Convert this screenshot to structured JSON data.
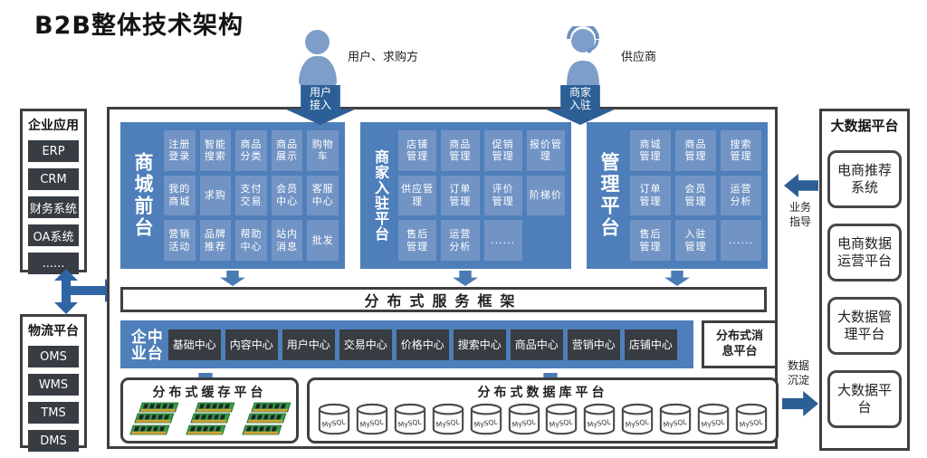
{
  "title": "B2B整体技术架构",
  "actors": {
    "buyer": {
      "label": "用户、求购方",
      "arrow_label": "用户\n接入"
    },
    "supplier": {
      "label": "供应商",
      "arrow_label": "商家\n入驻"
    }
  },
  "left": {
    "enterprise_apps": {
      "title": "企业应用",
      "items": [
        "ERP",
        "CRM",
        "财务系统",
        "OA系统",
        "......"
      ]
    },
    "logistics": {
      "title": "物流平台",
      "items": [
        "OMS",
        "WMS",
        "TMS",
        "DMS"
      ]
    }
  },
  "main": {
    "panels": [
      {
        "title": "商城前台",
        "tiles": [
          "注册\n登录",
          "智能\n搜索",
          "商品\n分类",
          "商品\n展示",
          "购物\n车",
          "我的\n商城",
          "求购",
          "支付\n交易",
          "会员\n中心",
          "客服\n中心",
          "营销\n活动",
          "品牌\n推荐",
          "帮助\n中心",
          "站内\n消息",
          "批发"
        ]
      },
      {
        "title": "商家入驻平台",
        "tiles": [
          "店铺\n管理",
          "商品\n管理",
          "促销\n管理",
          "报价管\n理",
          "供应管\n理",
          "订单\n管理",
          "评价\n管理",
          "阶梯价",
          "售后\n管理",
          "运营\n分析",
          "......"
        ]
      },
      {
        "title": "管理平台",
        "tiles": [
          "商城\n管理",
          "商品\n管理",
          "搜索\n管理",
          "订单\n管理",
          "会员\n管理",
          "运营\n分析",
          "售后\n管理",
          "入驻\n管理",
          "......"
        ]
      }
    ],
    "service_framework": "分布式服务框架",
    "middle_platform": {
      "title_col1": "企业",
      "title_col2": "中台",
      "tiles": [
        "基础中心",
        "内容中心",
        "用户中心",
        "交易中心",
        "价格中心",
        "搜索中心",
        "商品中心",
        "营销中心",
        "店铺中心"
      ]
    },
    "message_platform": "分布式消\n息平台",
    "cache_platform": {
      "title": "分布式缓存平台"
    },
    "db_platform": {
      "title": "分布式数据库平台",
      "node_label": "MySQL",
      "node_count": 12
    }
  },
  "right": {
    "business_guidance": "业务\n指导",
    "data_deposit": "数据\n沉淀",
    "big_data": {
      "title": "大数据平台",
      "items": [
        "电商推荐\n系统",
        "电商数据\n运营平台",
        "大数据管\n理平台",
        "大数据平\n台"
      ]
    }
  },
  "colors": {
    "panel_blue": "#4e7fba",
    "tile_blue": "#7294c5",
    "dark_tile": "#383c43",
    "arrow_dark_blue": "#2d5f97",
    "arrow_mid_blue": "#4a7bb5",
    "person_blue": "#7e9ec9",
    "border_dark": "#3f3f3f",
    "ram_green": "#2f9e44"
  }
}
